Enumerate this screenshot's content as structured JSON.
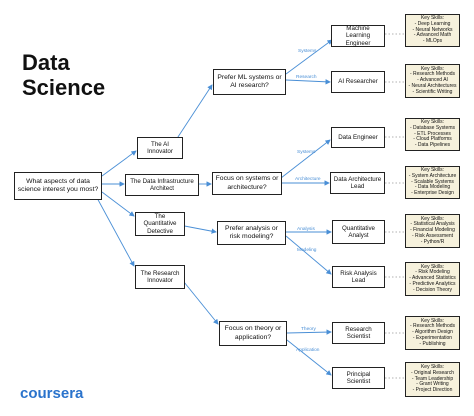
{
  "title_line1": "Data",
  "title_line2": "Science",
  "brand": "coursera",
  "colors": {
    "arrow": "#4a8fd6",
    "skill_bg": "#f6f1dc",
    "brand": "#2a73cc"
  },
  "root": "What aspects of data science interest you most?",
  "level1": {
    "ai_innovator": "The AI Innovator",
    "infra_architect": "The Data Infrastructure Architect",
    "quant_detective": "The Quantitative Detective",
    "research_innovator": "The Research Innovator"
  },
  "questions": {
    "ml_or_ai": "Prefer ML systems or AI research?",
    "systems_or_arch": "Focus on systems or architecture?",
    "analysis_or_risk": "Prefer analysis or risk modeling?",
    "theory_or_app": "Focus on theory or application?"
  },
  "edge_labels": {
    "systems1": "Systems",
    "research": "Research",
    "systems2": "Systems",
    "architecture": "Architecture",
    "analysis": "Analysis",
    "modeling": "Modeling",
    "theory": "Theory",
    "application": "Application"
  },
  "roles": [
    {
      "name": "Machine Learning Engineer",
      "skills_title": "Key Skills:",
      "skills": [
        "- Deep Learning",
        "- Neural Networks",
        "- Advanced Math",
        "- MLOps"
      ]
    },
    {
      "name": "AI Researcher",
      "skills_title": "Key Skills:",
      "skills": [
        "- Research Methods",
        "- Advanced AI",
        "- Neural Architectures",
        "- Scientific Writing"
      ]
    },
    {
      "name": "Data Engineer",
      "skills_title": "Key Skills:",
      "skills": [
        "- Database Systems",
        "- ETL Processes",
        "- Cloud Platforms",
        "- Data Pipelines"
      ]
    },
    {
      "name": "Data Architecture Lead",
      "skills_title": "Key Skills:",
      "skills": [
        "- System Architecture",
        "- Scalable Systems",
        "- Data Modeling",
        "- Enterprise Design"
      ]
    },
    {
      "name": "Quantitative Analyst",
      "skills_title": "Key Skills:",
      "skills": [
        "- Statistical Analysis",
        "- Financial Modeling",
        "- Risk Assessment",
        "- Python/R"
      ]
    },
    {
      "name": "Risk Analysis Lead",
      "skills_title": "Key Skills:",
      "skills": [
        "- Risk Modeling",
        "- Advanced Statistics",
        "- Predictive Analytics",
        "- Decision Theory"
      ]
    },
    {
      "name": "Research Scientist",
      "skills_title": "Key Skills:",
      "skills": [
        "- Research Methods",
        "- Algorithm Design",
        "- Experimentation",
        "- Publishing"
      ]
    },
    {
      "name": "Principal Scientist",
      "skills_title": "Key Skills:",
      "skills": [
        "- Original Research",
        "- Team Leadership",
        "- Grant Writing",
        "- Project Direction"
      ]
    }
  ]
}
